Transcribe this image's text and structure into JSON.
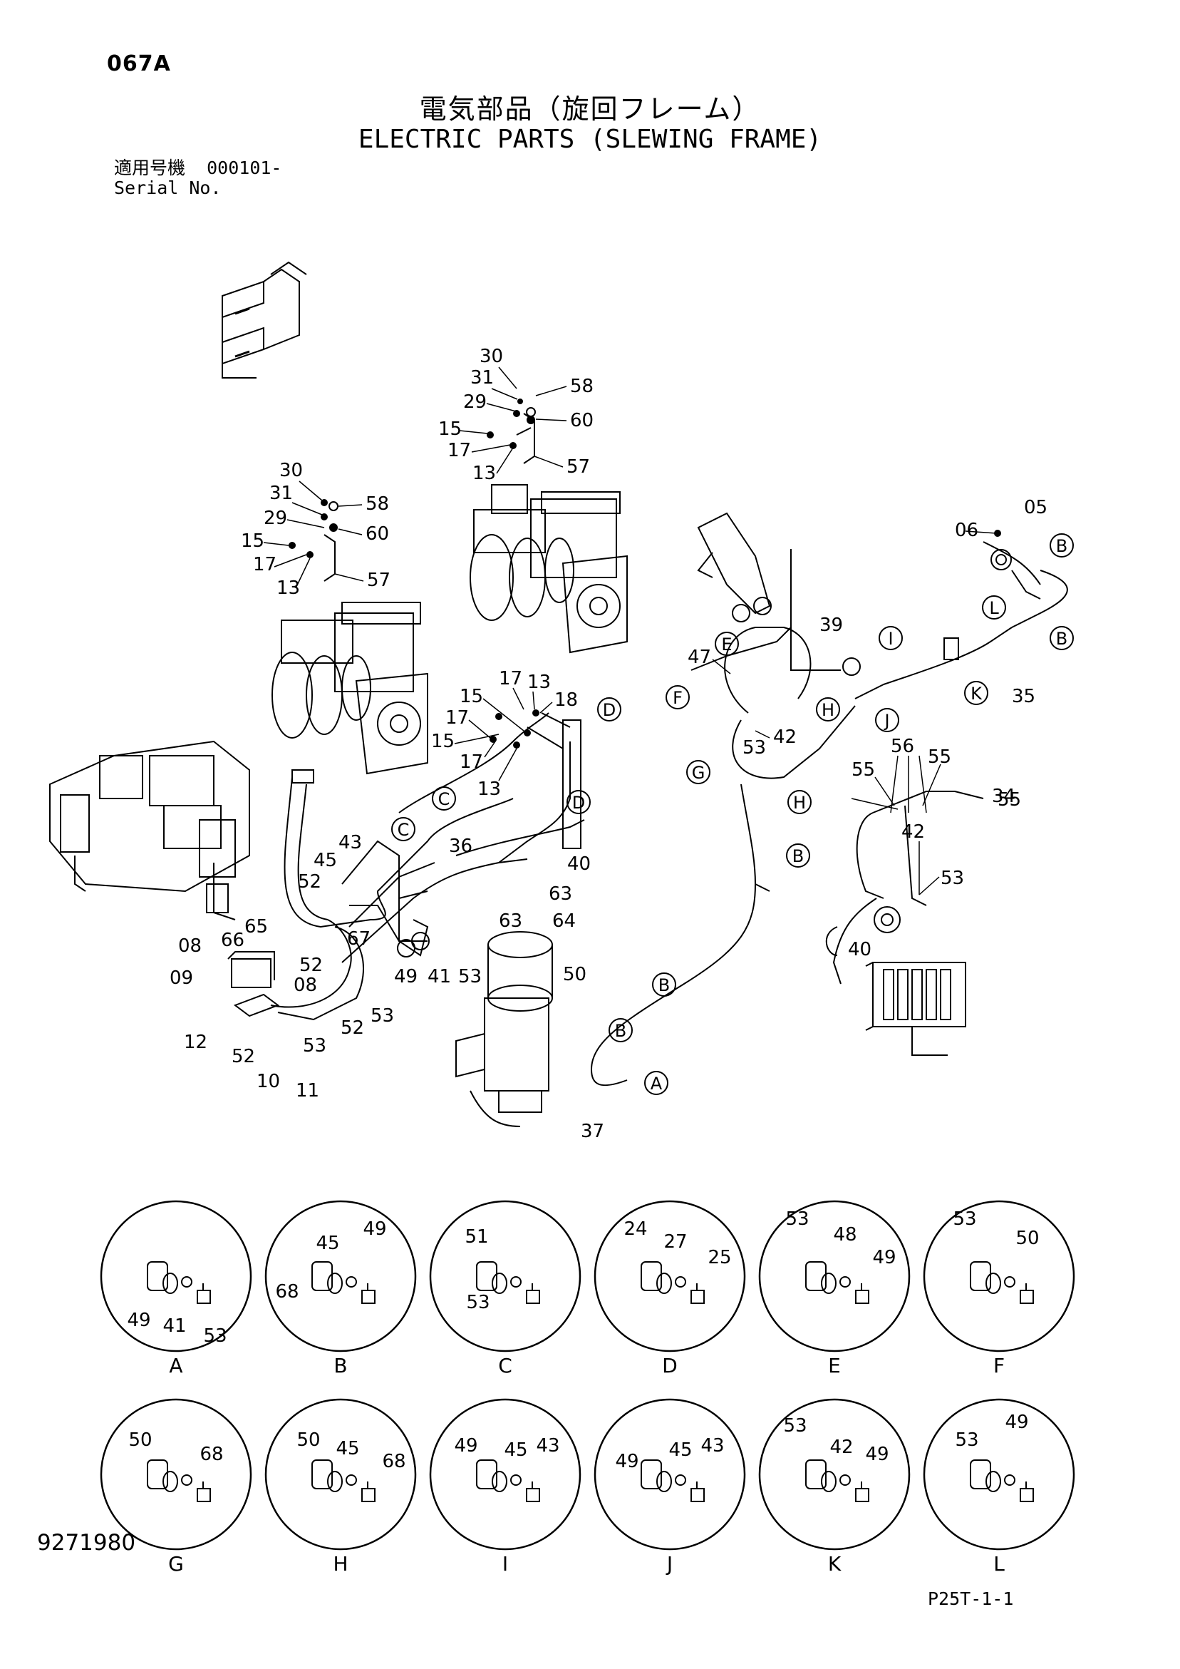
{
  "page_code": "067A",
  "title_jp": "電気部品（旋回フレーム）",
  "title_en": "ELECTRIC PARTS (SLEWING FRAME)",
  "serial_label_jp": "適用号機",
  "serial_value": "000101-",
  "serial_label_en": "Serial No.",
  "doc_number": "9271980",
  "sheet_code": "P25T-1-1",
  "main_callouts": {
    "motor_upper": [
      "30",
      "31",
      "58",
      "29",
      "60",
      "15",
      "17",
      "57",
      "13"
    ],
    "motor_lower": [
      "30",
      "31",
      "58",
      "29",
      "60",
      "15",
      "17",
      "57",
      "13"
    ],
    "center_bracket": [
      "17",
      "13",
      "15",
      "18",
      "17",
      "15",
      "17",
      "13"
    ],
    "left_harness": [
      "43",
      "45",
      "52",
      "36",
      "40",
      "65",
      "66",
      "67",
      "08",
      "09",
      "08",
      "52",
      "53",
      "52",
      "12",
      "52",
      "10",
      "11",
      "53",
      "49",
      "41",
      "53",
      "63",
      "63",
      "64",
      "50"
    ],
    "right_harness": [
      "47",
      "42",
      "53",
      "39",
      "35",
      "06",
      "05",
      "56",
      "55",
      "55",
      "34",
      "55",
      "42",
      "53",
      "40",
      "37"
    ],
    "circled_refs": [
      "A",
      "B",
      "B",
      "B",
      "B",
      "B",
      "C",
      "C",
      "D",
      "D",
      "E",
      "F",
      "G",
      "H",
      "H",
      "I",
      "J",
      "K",
      "L"
    ]
  },
  "detail_views": [
    {
      "letter": "A",
      "labels": [
        "49",
        "41",
        "53"
      ]
    },
    {
      "letter": "B",
      "labels": [
        "68",
        "45",
        "49"
      ]
    },
    {
      "letter": "C",
      "labels": [
        "51",
        "53"
      ]
    },
    {
      "letter": "D",
      "labels": [
        "24",
        "27",
        "25"
      ]
    },
    {
      "letter": "E",
      "labels": [
        "53",
        "48",
        "49"
      ]
    },
    {
      "letter": "F",
      "labels": [
        "53",
        "50"
      ]
    },
    {
      "letter": "G",
      "labels": [
        "50",
        "68"
      ]
    },
    {
      "letter": "H",
      "labels": [
        "50",
        "45",
        "68"
      ]
    },
    {
      "letter": "I",
      "labels": [
        "49",
        "45",
        "43"
      ]
    },
    {
      "letter": "J",
      "labels": [
        "49",
        "45",
        "43"
      ]
    },
    {
      "letter": "K",
      "labels": [
        "53",
        "42",
        "49"
      ]
    },
    {
      "letter": "L",
      "labels": [
        "53",
        "49"
      ]
    }
  ]
}
